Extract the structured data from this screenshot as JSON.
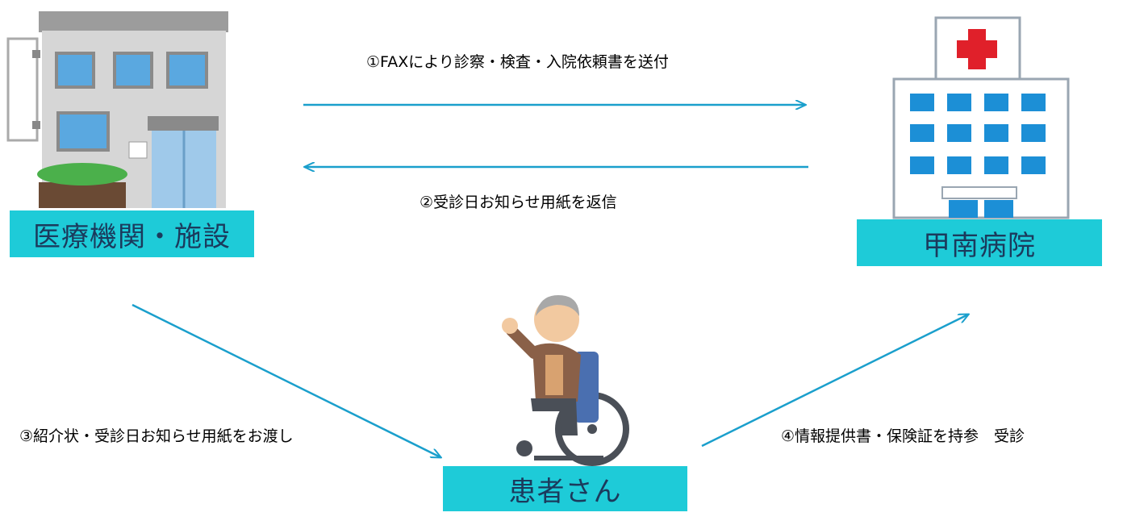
{
  "nodes": {
    "clinic": "医療機関・施設",
    "hospital": "甲南病院",
    "patient": "患者さん"
  },
  "steps": {
    "s1": "①FAXにより診察・検査・入院依頼書を送付",
    "s2": "②受診日お知らせ用紙を返信",
    "s3": "③紹介状・受診日お知らせ用紙をお渡し",
    "s4": "④情報提供書・保険証を持参　受診"
  },
  "colors": {
    "label_bg": "#1ecbd8",
    "arrow": "#1a9fcc",
    "hospital_cross": "#e0202a",
    "window_blue": "#1c8fd6"
  },
  "icons": {
    "clinic": "clinic-building-icon",
    "hospital": "hospital-building-icon",
    "patient": "wheelchair-patient-icon"
  }
}
